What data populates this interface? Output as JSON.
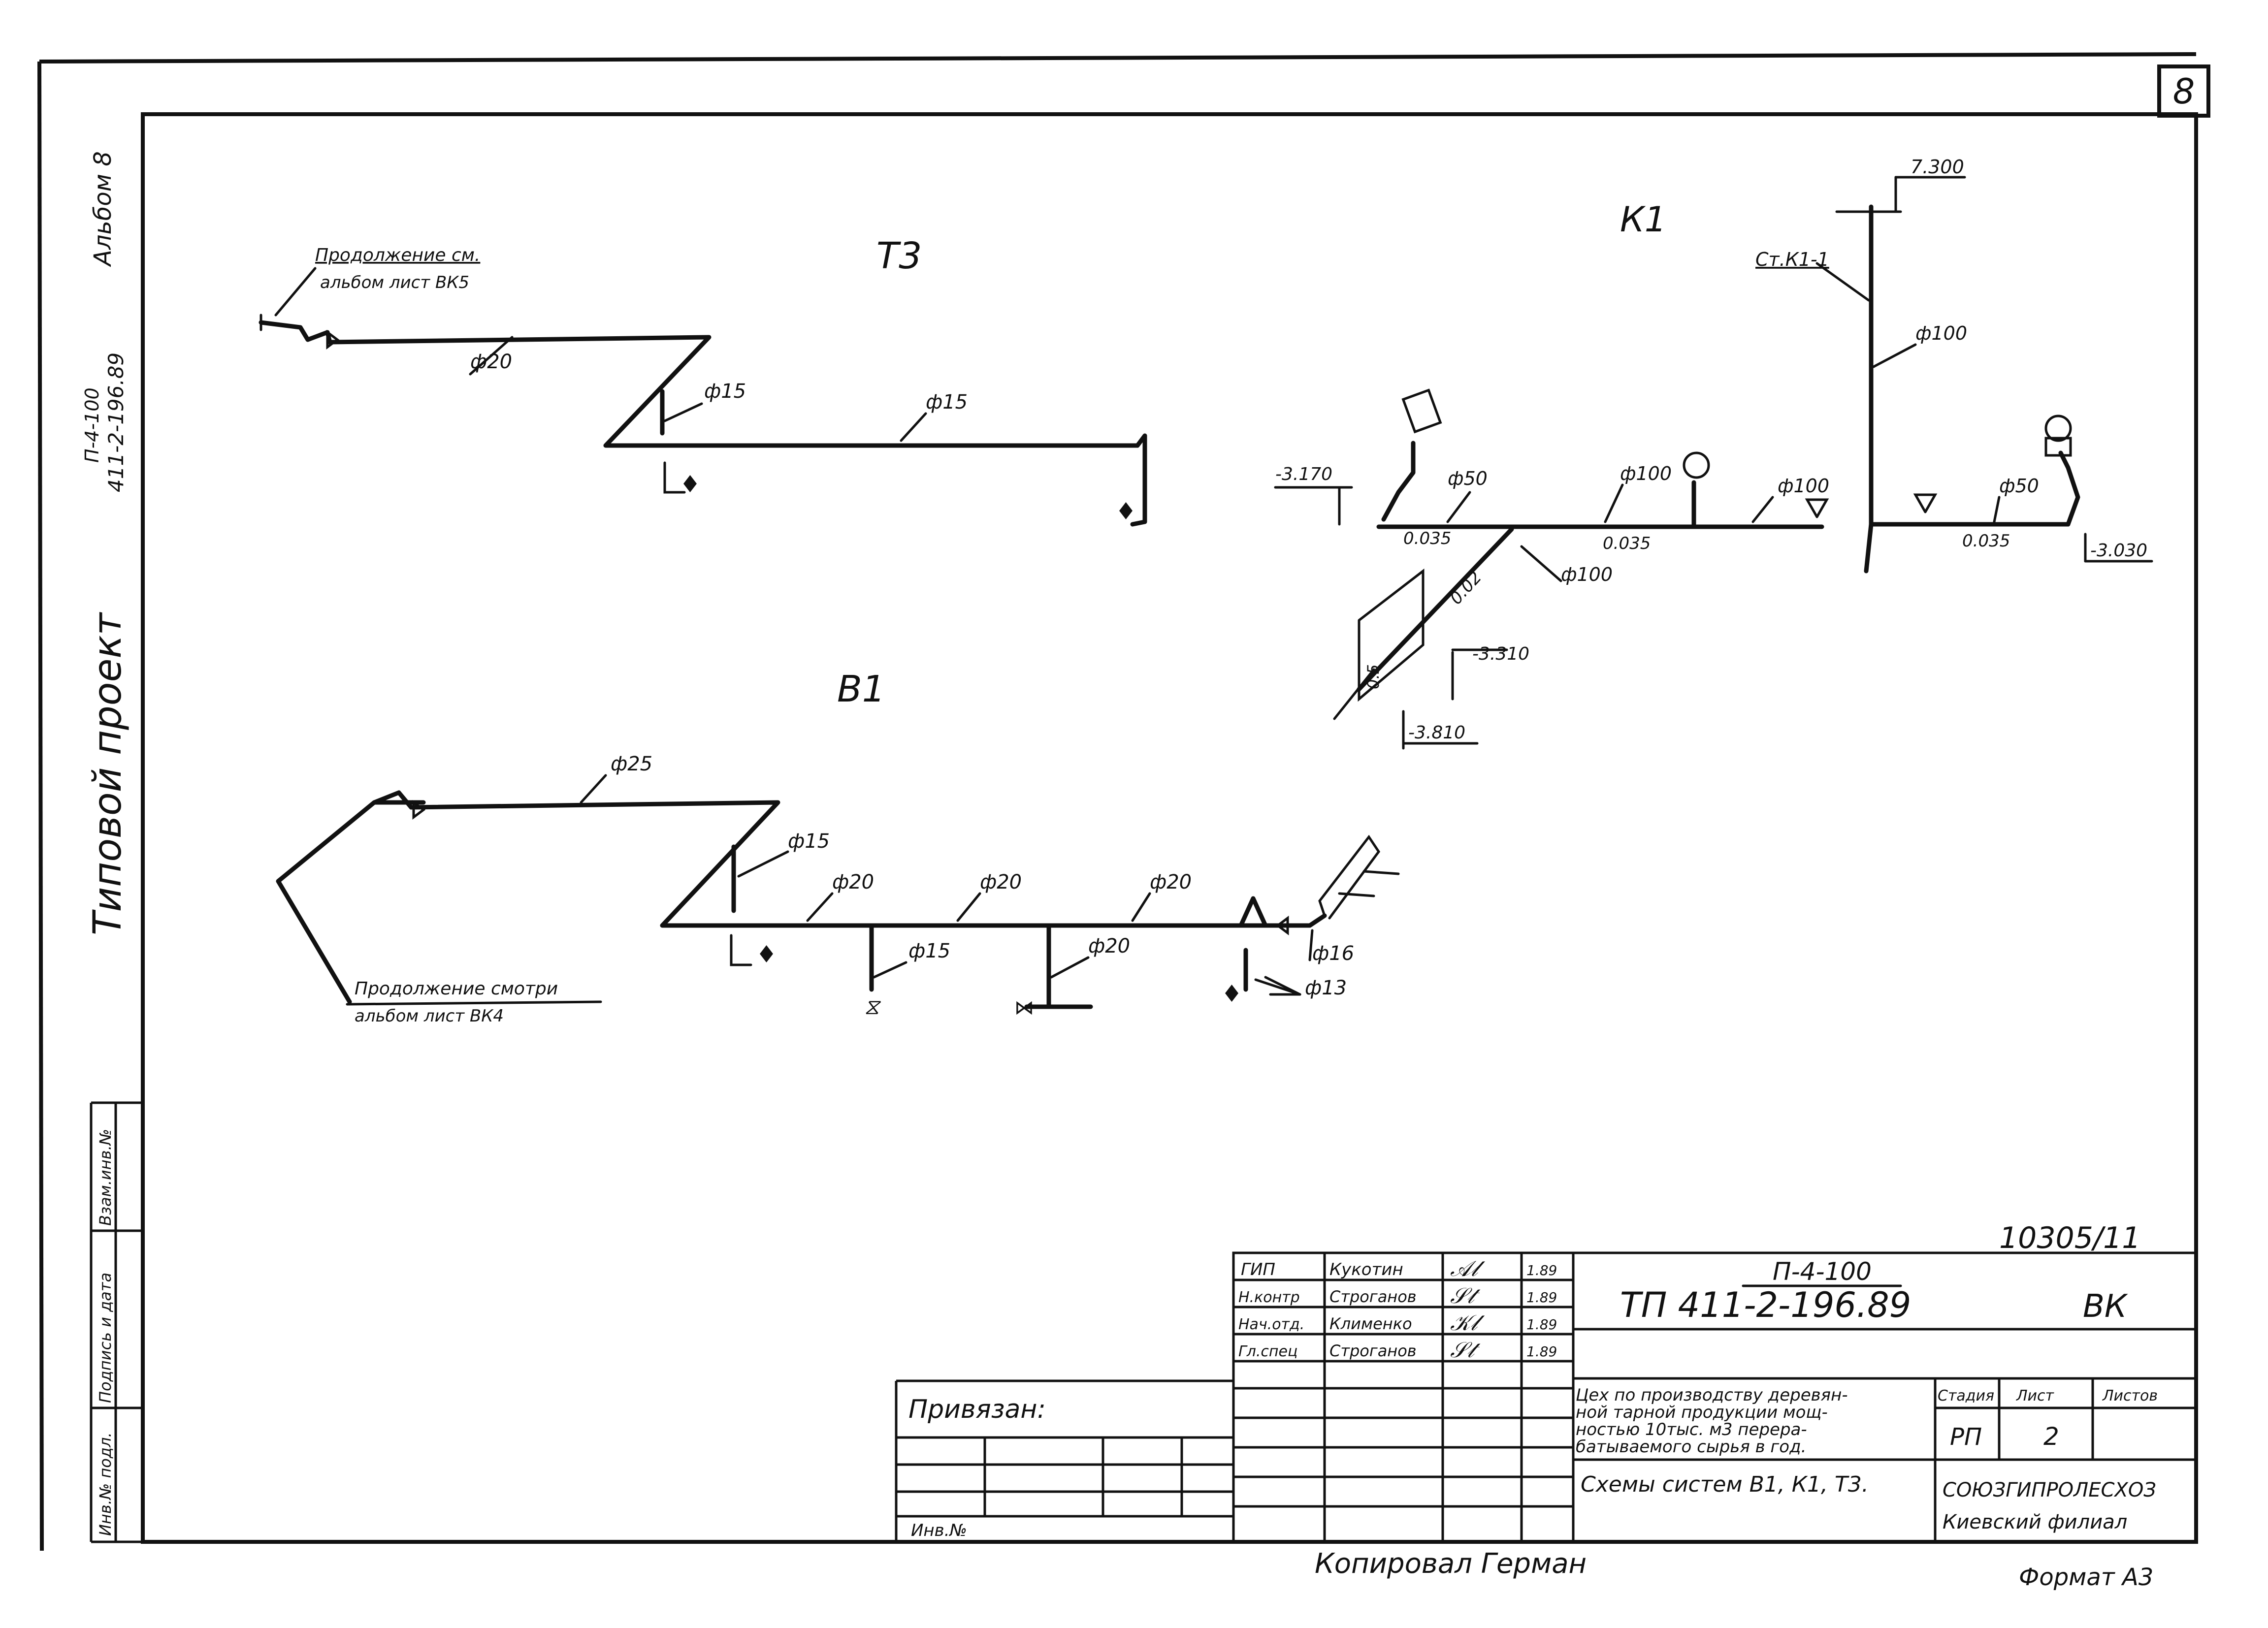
{
  "sheet": {
    "number": "8",
    "side_strip": {
      "album": "Альбом 8",
      "project_code_top": "П-4-100",
      "project_code_bottom": "411-2-196.89",
      "project": "Типовой проект",
      "stamp_cells": [
        "Инв.№ подл.",
        "Подпись и дата",
        "Взам.инв.№"
      ]
    },
    "doc_number": "10305/11",
    "copied_by": "Копировал Герман",
    "format": "Формат А3"
  },
  "schemes": {
    "t3": {
      "title": "Т3",
      "note_line1": "Продолжение см.",
      "note_line2": "альбом   лист ВК5",
      "labels": [
        "ф20",
        "ф15",
        "ф15"
      ]
    },
    "b1": {
      "title": "В1",
      "note_line1": "Продолжение смотри",
      "note_line2": "альбом   лист ВК4",
      "labels": [
        "ф25",
        "ф15",
        "ф20",
        "ф20",
        "ф20",
        "ф15",
        "ф20",
        "ф16",
        "ф13"
      ]
    },
    "k1": {
      "title": "К1",
      "riser_label": "Ст.К1-1",
      "top_mark": "7.300",
      "riser_diameter": "ф100",
      "marks": [
        "-3.170",
        "-3.310",
        "-3.810",
        "-3.030"
      ],
      "diameters": [
        "ф50",
        "ф100",
        "ф100",
        "ф100",
        "ф50"
      ],
      "slopes": [
        "0.035",
        "0.035",
        "0.035",
        "0.02"
      ],
      "small_value": "0.5"
    }
  },
  "title_block": {
    "roles": [
      {
        "role": "ГИП",
        "name": "Кукотин",
        "date": "1.89"
      },
      {
        "role": "Н.контр",
        "name": "Строганов",
        "date": "1.89"
      },
      {
        "role": "Нач.отд.",
        "name": "Клименко",
        "date": "1.89"
      },
      {
        "role": "Гл.спец",
        "name": "Строганов",
        "date": "1.89"
      }
    ],
    "code_top": "П-4-100",
    "code_main": "ТП 411-2-196.89",
    "mark": "ВК",
    "object_text": "Цех по производству деревянной тарной продукции мощностью 10тыс. м3 перерабатываемого сырья в год.",
    "sheet_title": "Схемы систем В1, К1, Т3.",
    "stage_label": "Стадия",
    "sheet_label": "Лист",
    "sheets_label": "Листов",
    "stage": "РП",
    "sheet": "2",
    "sheets": "",
    "org_line1": "СОЮЗГИПРОЛЕСХОЗ",
    "org_line2": "Киевский филиал",
    "bound": "Привязан:",
    "inv": "Инв.№"
  }
}
